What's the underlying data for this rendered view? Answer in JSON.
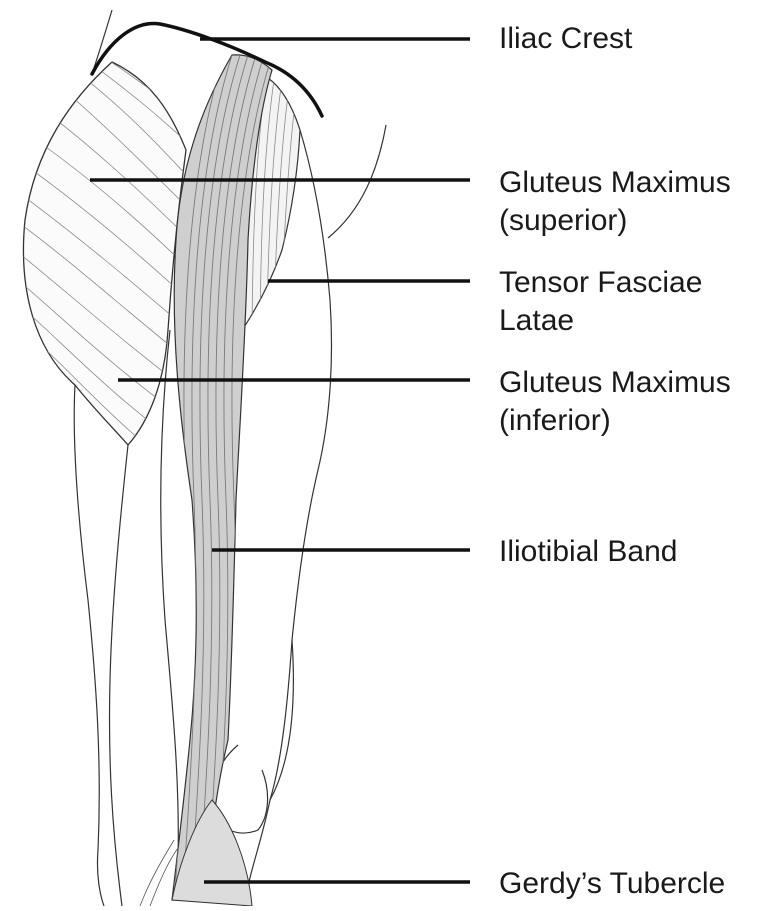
{
  "diagram": {
    "labels": [
      {
        "id": "iliac-crest",
        "lines": [
          "Iliac Crest"
        ]
      },
      {
        "id": "gluteus-maximus-superior",
        "lines": [
          "Gluteus Maximus",
          "(superior)"
        ]
      },
      {
        "id": "tensor-fasciae-latae",
        "lines": [
          "Tensor Fasciae",
          "Latae"
        ]
      },
      {
        "id": "gluteus-maximus-inferior",
        "lines": [
          "Gluteus Maximus",
          "(inferior)"
        ]
      },
      {
        "id": "iliotibial-band",
        "lines": [
          "Iliotibial Band"
        ]
      },
      {
        "id": "gerdys-tubercle",
        "lines": [
          "Gerdy’s Tubercle"
        ]
      }
    ]
  }
}
